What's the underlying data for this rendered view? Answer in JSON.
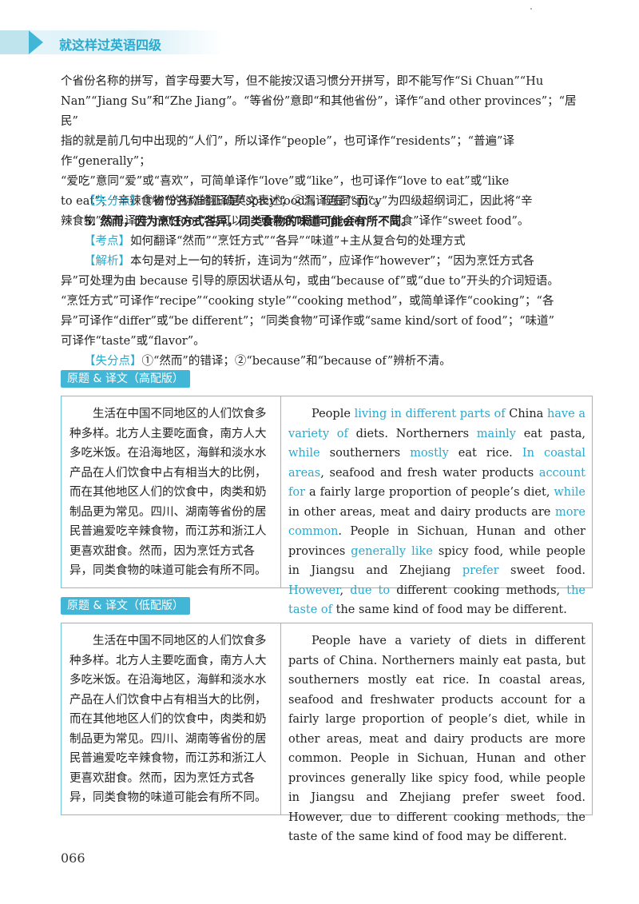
{
  "header": {
    "title": "就这样过英语四级"
  },
  "page_number": "066",
  "top_para": {
    "lines": [
      "个省份名称的拼写，首字母要大写，但不能按汉语习惯分开拼写，即不能写作“Si Chuan”“Hu",
      "Nan”“Jiang Su”和“Zhe Jiang”。“等省份”意即“和其他省份”，译作“and other provinces”；“居民”",
      "指的就是前几句中出现的“人们”，所以译作“people”，也可译作“residents”；“普遍”译作“generally”；",
      "“爱吃”意同“爱”或“喜欢”，可简单译作“love”或“like”，也可译作“love to eat”或“like",
      "to eat”；“辛辣食物”的标准翻译是“spicy food”，但是“spicy”为四级超纲词汇，因此将“辛",
      "辣食物”简单译作“hot food”也可以；“更喜欢”译作“prefer”；“甜食”译作“sweet food”。"
    ]
  },
  "block1": {
    "lose_tag": "【失分点】",
    "lose_text": "①省份名称的正确英文表述；②漏译连词“而”。"
  },
  "item5": {
    "sentence": "5. 然而，因为烹饪方式各异，同类食物的味道可能会有所不同。",
    "test_tag": "【考点】",
    "test_text": "如何翻译“然而”“烹饪方式”“各异”“味道”+主从复合句的处理方式",
    "analysis_tag": "【解析】",
    "analysis_lines": [
      "本句是对上一句的转折，连词为“然而”，应译作“however”；“因为烹饪方式各",
      "异”可处理为由 because 引导的原因状语从句，或由“because of”或“due to”开头的介词短语。",
      "“烹饪方式”可译作“recipe”“cooking style”“cooking method”，或简单译作“cooking”；“各",
      "异”可译作“differ”或“be different”；“同类食物”可译作或“same kind/sort of food”；“味道”",
      "可译作“taste”或“flavor”。"
    ],
    "lose_tag": "【失分点】",
    "lose_text": "①“然而”的错译；②“because”和“because of”辨析不清。"
  },
  "section_high": {
    "label": "原题 & 译文（高配版）",
    "chinese": "生活在中国不同地区的人们饮食多种多样。北方人主要吃面食，南方人大多吃米饭。在沿海地区，海鲜和淡水水产品在人们饮食中占有相当大的比例，而在其他地区人们的饮食中，肉类和奶制品更为常见。四川、湖南等省份的居民普遍爱吃辛辣食物，而江苏和浙江人更喜欢甜食。然而，因为烹饪方式各异，同类食物的味道可能会有所不同。",
    "english_segments": [
      {
        "t": "People ",
        "h": false
      },
      {
        "t": "living in different parts of",
        "h": true
      },
      {
        "t": " China ",
        "h": false
      },
      {
        "t": "have a variety of",
        "h": true
      },
      {
        "t": " diets. Northerners ",
        "h": false
      },
      {
        "t": "mainly",
        "h": true
      },
      {
        "t": " eat pasta, ",
        "h": false
      },
      {
        "t": "while",
        "h": true
      },
      {
        "t": " southerners ",
        "h": false
      },
      {
        "t": "mostly",
        "h": true
      },
      {
        "t": " eat rice. ",
        "h": false
      },
      {
        "t": "In coastal areas",
        "h": true
      },
      {
        "t": ", seafood and fresh water products ",
        "h": false
      },
      {
        "t": "account for",
        "h": true
      },
      {
        "t": " a fairly large proportion of people’s diet, ",
        "h": false
      },
      {
        "t": "while",
        "h": true
      },
      {
        "t": " in other areas, meat and dairy products are ",
        "h": false
      },
      {
        "t": "more common",
        "h": true
      },
      {
        "t": ". People in Sichuan, Hunan and other provinces ",
        "h": false
      },
      {
        "t": "generally like",
        "h": true
      },
      {
        "t": " spicy food, while people in Jiangsu and Zhejiang ",
        "h": false
      },
      {
        "t": "prefer",
        "h": true
      },
      {
        "t": " sweet food. ",
        "h": false
      },
      {
        "t": "However",
        "h": true
      },
      {
        "t": ", ",
        "h": false
      },
      {
        "t": "due to",
        "h": true
      },
      {
        "t": " different cooking methods, ",
        "h": false
      },
      {
        "t": "the taste of",
        "h": true
      },
      {
        "t": " the same kind of food may be different.",
        "h": false
      }
    ]
  },
  "section_low": {
    "label": "原题 & 译文（低配版）",
    "chinese": "生活在中国不同地区的人们饮食多种多样。北方人主要吃面食，南方人大多吃米饭。在沿海地区，海鲜和淡水水产品在人们饮食中占有相当大的比例，而在其他地区人们的饮食中，肉类和奶制品更为常见。四川、湖南等省份的居民普遍爱吃辛辣食物，而江苏和浙江人更喜欢甜食。然而，因为烹饪方式各异，同类食物的味道可能会有所不同。",
    "english": "People have a variety of diets in different parts of China. Northerners mainly eat pasta, but southerners mostly eat rice. In coastal areas, seafood and freshwater products account for a fairly large proportion of people’s diet, while in other areas, meat and dairy products are more common. People in Sichuan, Hunan and other provinces generally like spicy food, while people in Jiangsu and Zhejiang prefer sweet food. However, due to different cooking methods, the taste of the same kind of food may be different."
  },
  "colors": {
    "accent": "#2aa9cf",
    "label_bg": "#41b6d6",
    "border": "#6fc6de"
  }
}
